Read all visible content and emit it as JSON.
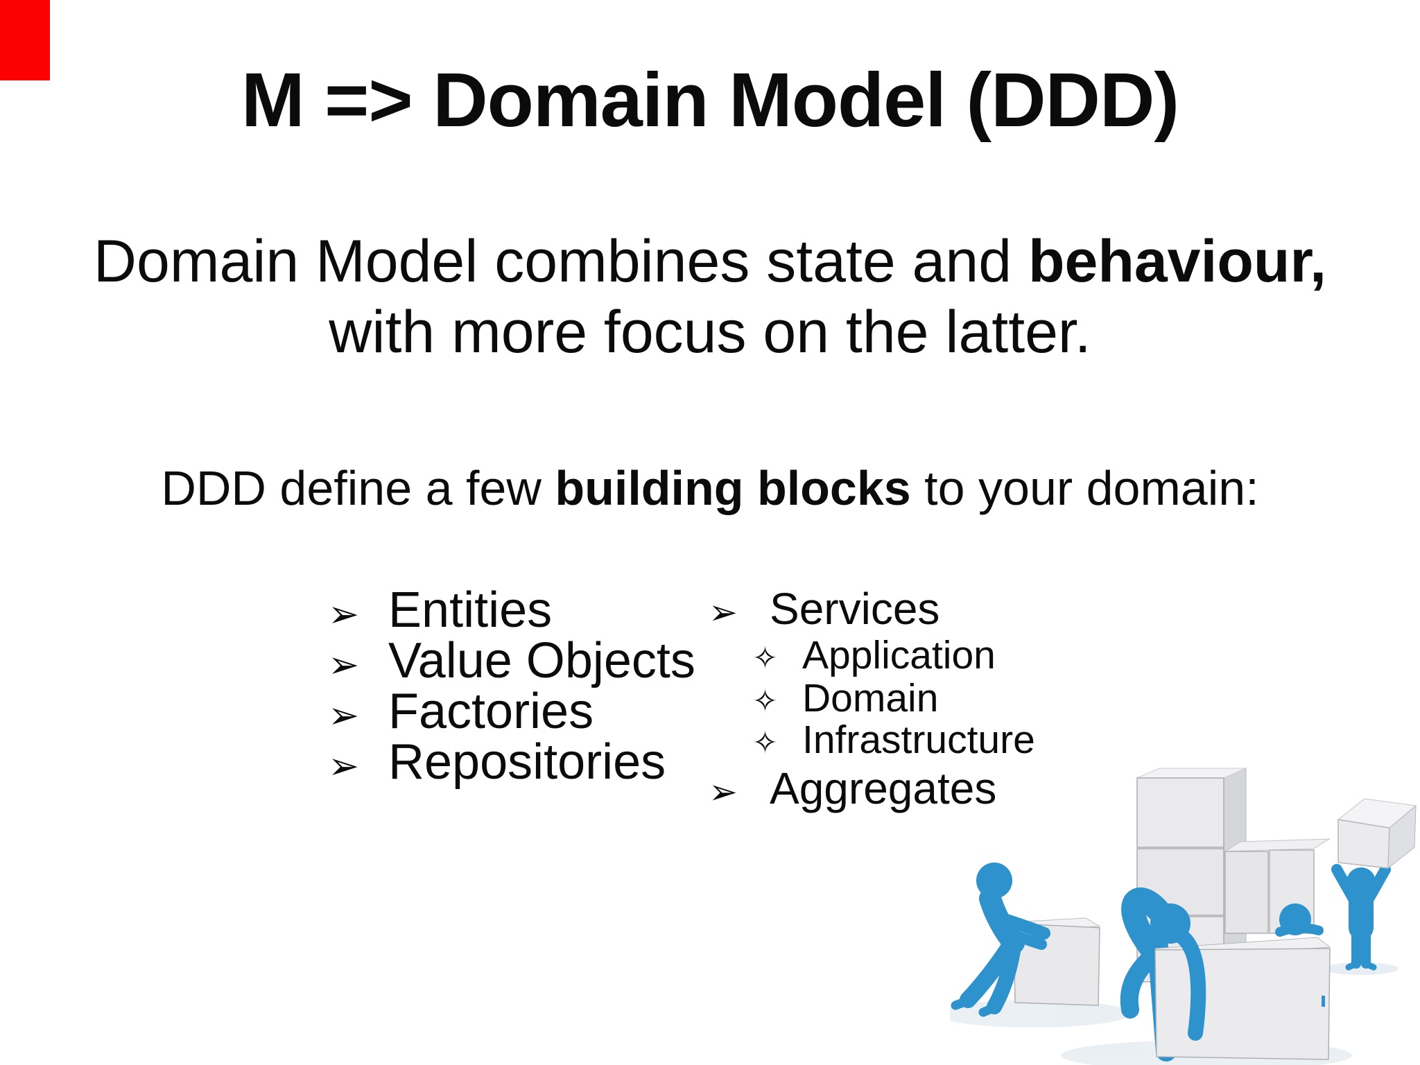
{
  "title": {
    "text": "M => Domain Model (DDD)"
  },
  "intro": {
    "line1_pre": "Domain Model combines state and ",
    "line1_bold": "behaviour,",
    "line2": "with more focus on the latter."
  },
  "blocks_line": {
    "pre": "DDD define a few ",
    "bold": "building blocks",
    "post": " to your domain:"
  },
  "lists": {
    "left": {
      "items": [
        {
          "label": "Entities",
          "level": 1
        },
        {
          "label": "Value Objects",
          "level": 1
        },
        {
          "label": "Factories",
          "level": 1
        },
        {
          "label": "Repositories",
          "level": 1
        }
      ]
    },
    "right": {
      "items": [
        {
          "label": "Services",
          "level": 1
        },
        {
          "label": "Application",
          "level": 2
        },
        {
          "label": "Domain",
          "level": 2
        },
        {
          "label": "Infrastructure",
          "level": 2
        },
        {
          "label": "Aggregates",
          "level": 1
        }
      ]
    }
  },
  "icons": {
    "arrow_bullet": "➢",
    "star_bullet": "✧"
  },
  "colors": {
    "text": "#0b0b0b",
    "background": "#ffffff",
    "recording_marker_red": "#fb0100",
    "figure_blue": "#2e93cc",
    "cube_front": "#eaeaed",
    "cube_top": "#f3f3f5",
    "cube_side": "#d4d6da",
    "ground_shadow": "#e7edf3"
  },
  "illustration": {
    "description": "3D clipart of blue stick figures pushing, lifting and stacking white cubes"
  }
}
